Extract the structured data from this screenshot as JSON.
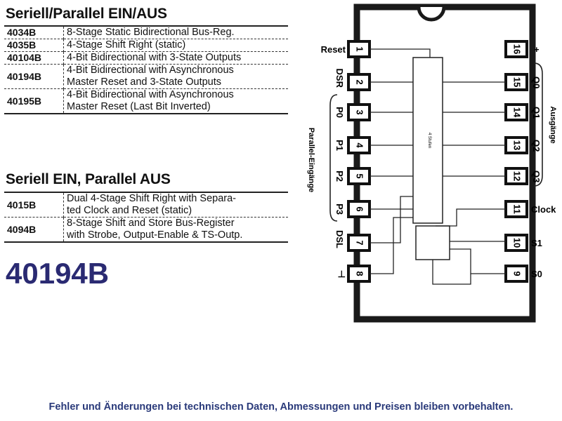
{
  "section1": {
    "title": "Seriell/Parallel EIN/AUS",
    "rows": [
      {
        "part": "4034B",
        "desc": [
          "8-Stage Static Bidirectional Bus-Reg."
        ]
      },
      {
        "part": "4035B",
        "desc": [
          "4-Stage Shift Right (static)"
        ]
      },
      {
        "part": "40104B",
        "desc": [
          "4-Bit Bidirectional with 3-State Outputs"
        ]
      },
      {
        "part": "40194B",
        "desc": [
          "4-Bit Bidirectional with Asynchronous",
          "Master Reset and 3-State Outputs"
        ]
      },
      {
        "part": "40195B",
        "desc": [
          "4-Bit Bidirectional with Asynchronous",
          "Master Reset (Last Bit Inverted)"
        ]
      }
    ]
  },
  "section2": {
    "title": "Seriell EIN, Parallel AUS",
    "rows": [
      {
        "part": "4015B",
        "desc": [
          "Dual 4-Stage Shift Right with Separa-",
          "ted Clock and Reset (static)"
        ]
      },
      {
        "part": "4094B",
        "desc": [
          "8-Stage Shift and Store Bus-Register",
          "with Strobe, Output-Enable & TS-Outp."
        ]
      }
    ]
  },
  "big_part_number": "40194B",
  "footer": "Fehler und Änderungen bei technischen Daten, Abmessungen und Preisen bleiben vorbehalten.",
  "ic": {
    "left_pins": [
      {
        "num": "1",
        "label": "Reset"
      },
      {
        "num": "2",
        "label": "DSR"
      },
      {
        "num": "3",
        "label": "P0"
      },
      {
        "num": "4",
        "label": "P1"
      },
      {
        "num": "5",
        "label": "P2"
      },
      {
        "num": "6",
        "label": "P3"
      },
      {
        "num": "7",
        "label": "DSL"
      },
      {
        "num": "8",
        "label": "⊥"
      }
    ],
    "right_pins": [
      {
        "num": "16",
        "label": "+"
      },
      {
        "num": "15",
        "label": "Q0"
      },
      {
        "num": "14",
        "label": "Q1"
      },
      {
        "num": "13",
        "label": "Q2"
      },
      {
        "num": "12",
        "label": "Q3"
      },
      {
        "num": "11",
        "label": "Clock"
      },
      {
        "num": "10",
        "label": "S1"
      },
      {
        "num": "9",
        "label": "S0"
      }
    ],
    "inner_label": "4 Stufen",
    "group_inputs": "Parallel-Eingänge",
    "group_outputs": "Ausgänge"
  }
}
